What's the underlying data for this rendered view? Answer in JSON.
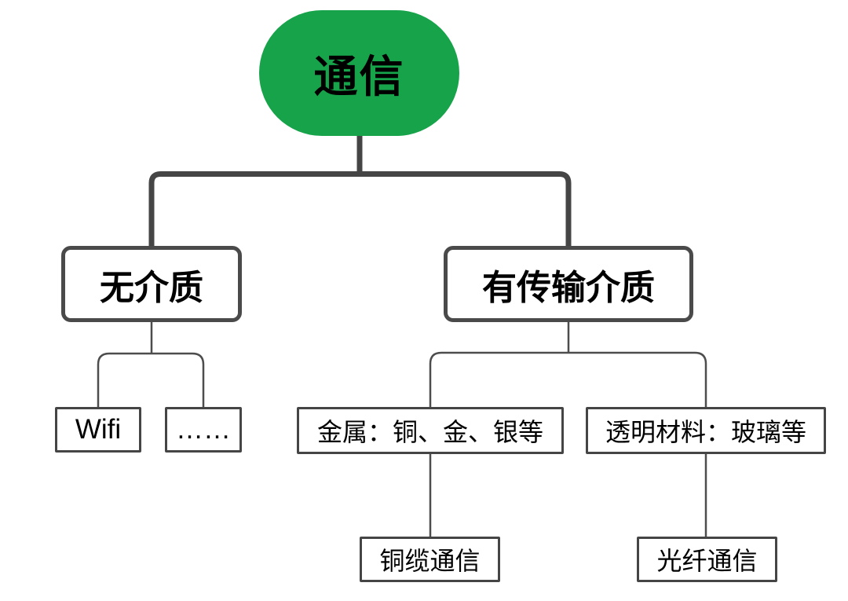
{
  "diagram": {
    "root": {
      "label": "通信"
    },
    "branches": [
      {
        "label": "无介质",
        "children": [
          {
            "label": "Wifi"
          },
          {
            "label": "……"
          }
        ]
      },
      {
        "label": "有传输介质",
        "children": [
          {
            "label": "金属：铜、金、银等",
            "children": [
              {
                "label": "铜缆通信"
              }
            ]
          },
          {
            "label": "透明材料：玻璃等",
            "children": [
              {
                "label": "光纤通信"
              }
            ]
          }
        ]
      }
    ],
    "colors": {
      "root_fill": "#16a34a",
      "connector_thick": "#454545",
      "connector_thin": "#4d4d4d",
      "branch_border": "#4a4a4a",
      "leaf_border": "#454545",
      "text": "#000000",
      "background": "#ffffff"
    }
  }
}
